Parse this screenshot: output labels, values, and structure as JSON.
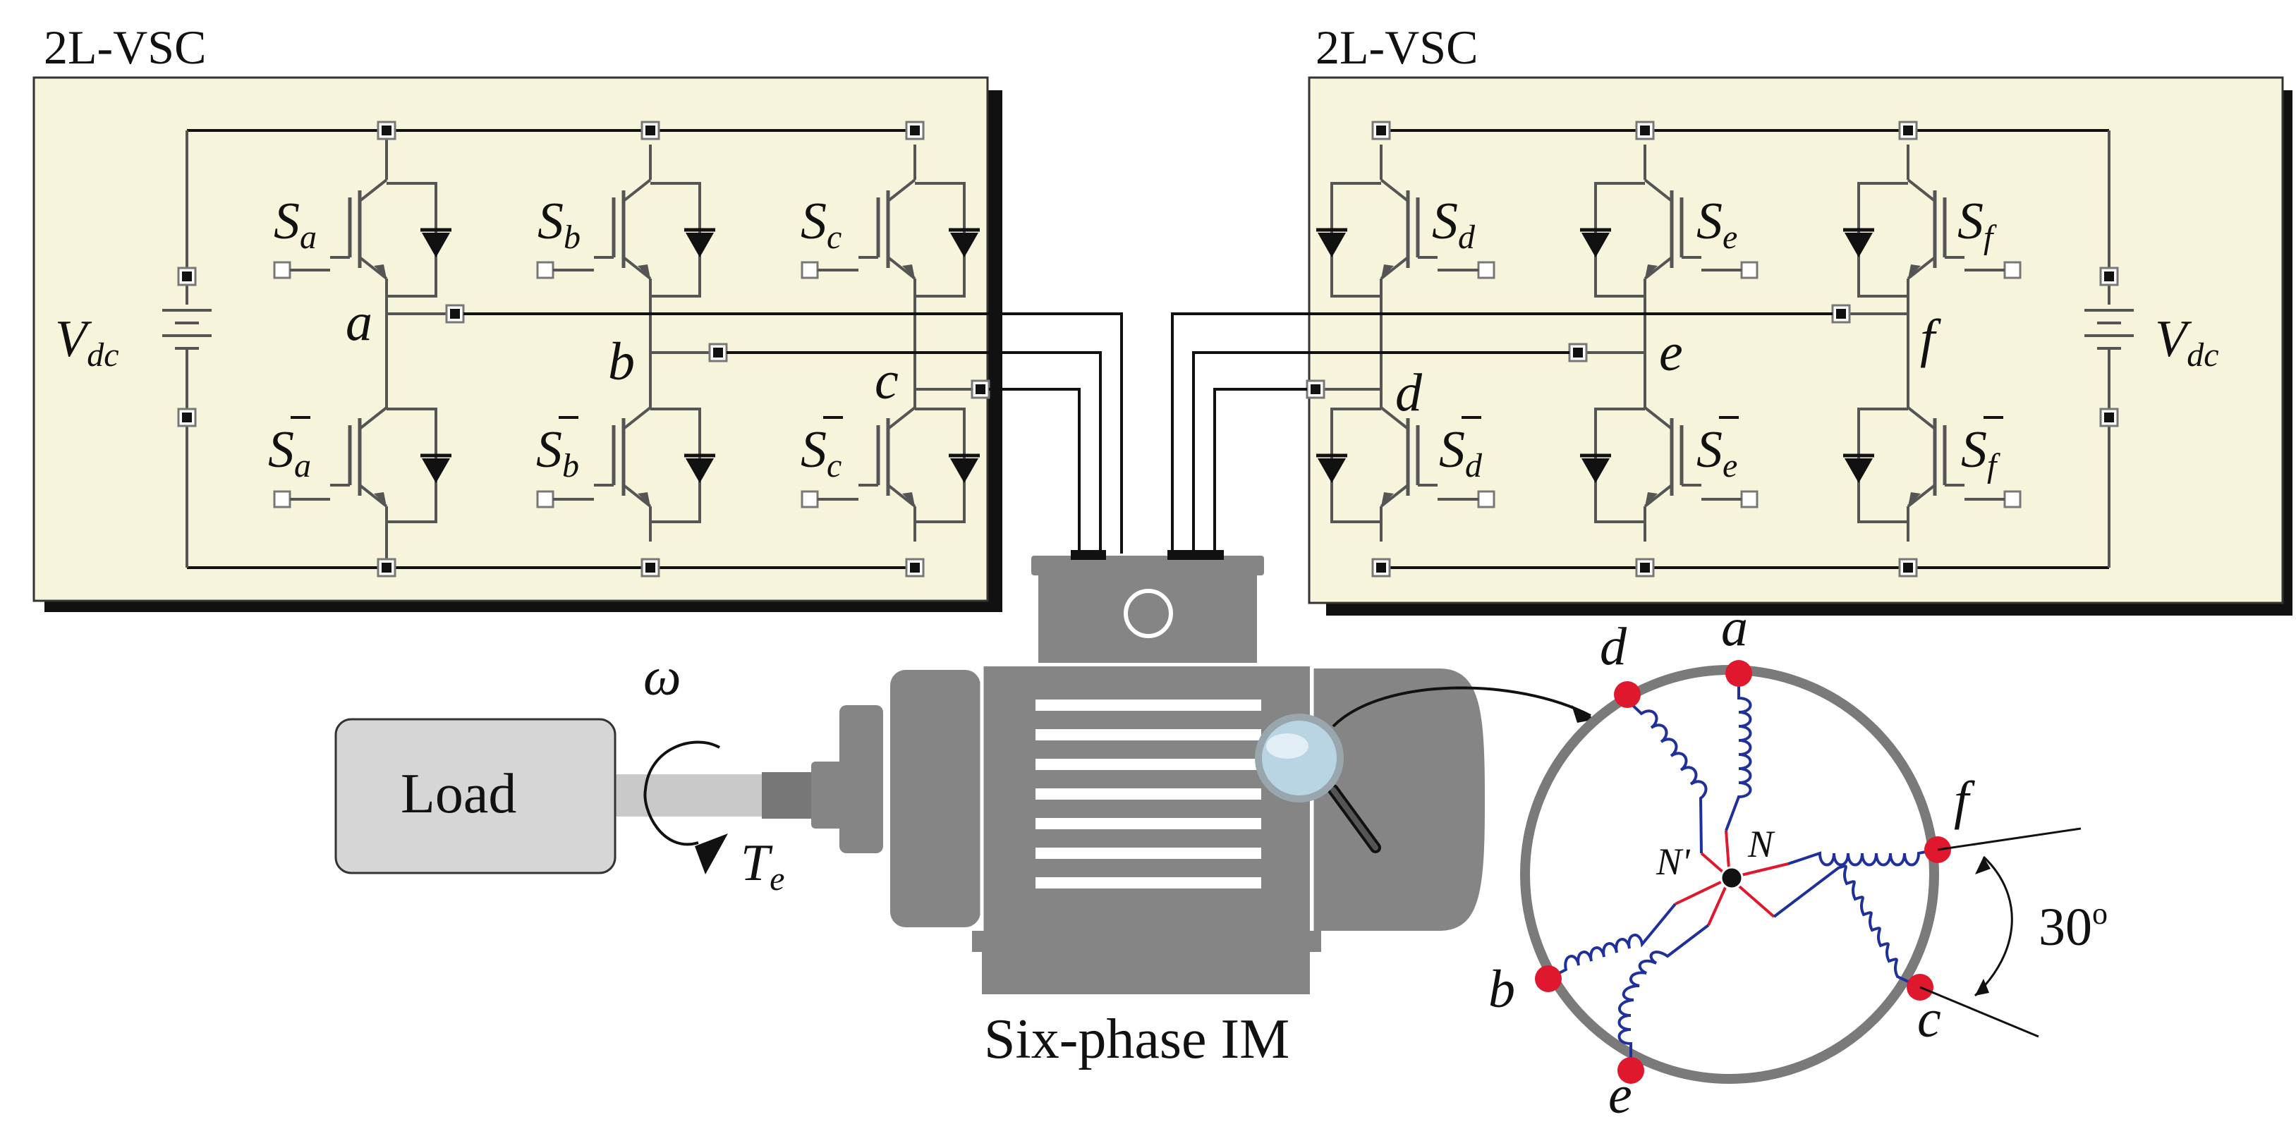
{
  "left_converter": {
    "title": "2L-VSC",
    "source": "V",
    "source_sub": "dc",
    "upper": [
      {
        "s": "S",
        "sub": "a"
      },
      {
        "s": "S",
        "sub": "b"
      },
      {
        "s": "S",
        "sub": "c"
      }
    ],
    "lower": [
      {
        "s": "S",
        "sub": "a"
      },
      {
        "s": "S",
        "sub": "b"
      },
      {
        "s": "S",
        "sub": "c"
      }
    ],
    "nodes": [
      "a",
      "b",
      "c"
    ]
  },
  "right_converter": {
    "title": "2L-VSC",
    "source": "V",
    "source_sub": "dc",
    "upper": [
      {
        "s": "S",
        "sub": "d"
      },
      {
        "s": "S",
        "sub": "e"
      },
      {
        "s": "S",
        "sub": "f"
      }
    ],
    "lower": [
      {
        "s": "S",
        "sub": "d"
      },
      {
        "s": "S",
        "sub": "e"
      },
      {
        "s": "S",
        "sub": "f"
      }
    ],
    "nodes": [
      "d",
      "e",
      "f"
    ]
  },
  "machine": {
    "label": "Six-phase IM"
  },
  "load": {
    "label": "Load",
    "speed": "ω",
    "torque": "T",
    "torque_sub": "e"
  },
  "winding": {
    "terminals": [
      "a",
      "d",
      "f",
      "b",
      "c",
      "e"
    ],
    "neutral_1": "N'",
    "neutral_2": "N",
    "angle": "30",
    "angle_unit": "o"
  },
  "colors": {
    "panel": "#f7f4dc",
    "shadow": "#111111",
    "machine": "#858585",
    "coil": "#20309a",
    "terminal": "#e0182d",
    "load_box": "#d6d6d6"
  },
  "icons": [
    "magnifier-icon",
    "battery-icon",
    "igbt-icon",
    "diode-icon",
    "rotation-arrow-icon"
  ]
}
